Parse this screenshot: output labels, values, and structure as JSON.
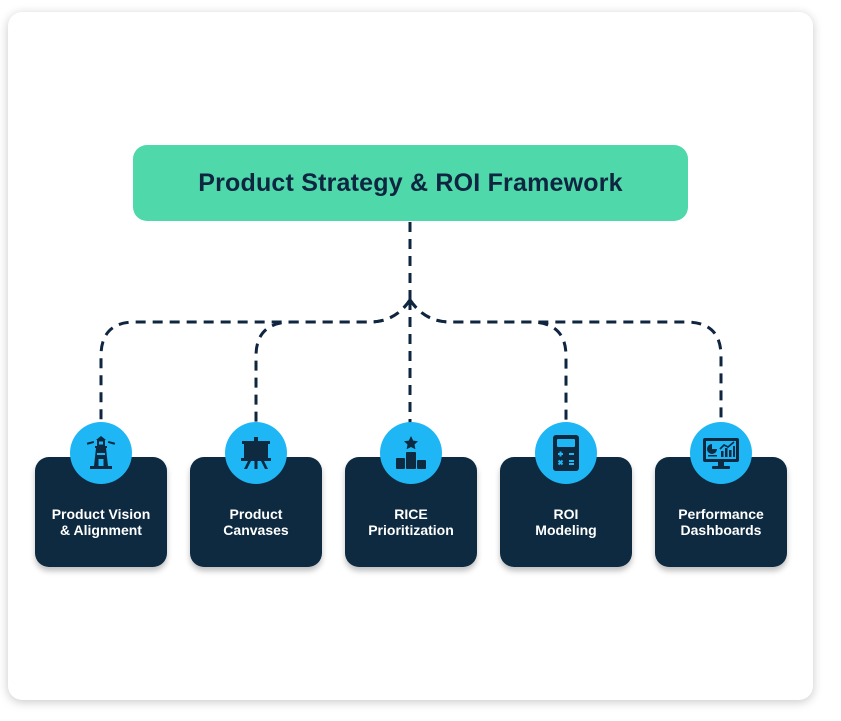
{
  "diagram": {
    "root_label": "Product Strategy & ROI Framework",
    "children": [
      {
        "label": "Product Vision\n& Alignment",
        "icon": "lighthouse-icon"
      },
      {
        "label": "Product\nCanvases",
        "icon": "easel-board-icon"
      },
      {
        "label": "RICE\nPrioritization",
        "icon": "podium-star-icon"
      },
      {
        "label": "ROI\nModeling",
        "icon": "calculator-icon"
      },
      {
        "label": "Performance\nDashboards",
        "icon": "dashboard-monitor-icon"
      }
    ]
  },
  "colors": {
    "root_fill": "#4fd8aa",
    "node_fill": "#0d2a40",
    "icon_badge": "#1fb6f5",
    "connector": "#0f2540"
  }
}
